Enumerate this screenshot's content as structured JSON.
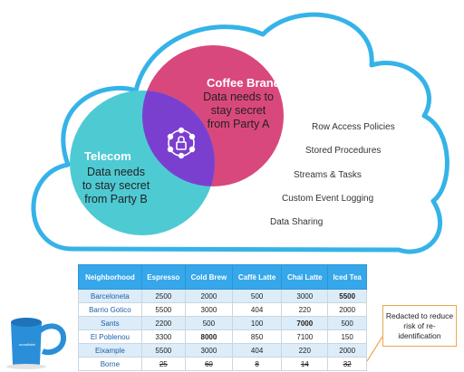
{
  "venn": {
    "left": {
      "title": "Telecom",
      "text": "Data needs to stay secret from Party B"
    },
    "right": {
      "title": "Coffee Brand",
      "text": "Data needs to stay secret from Party A"
    },
    "center_icon": "lock-network-icon"
  },
  "features": [
    "Row Access Policies",
    "Stored Procedures",
    "Streams & Tasks",
    "Custom Event Logging",
    "Data Sharing"
  ],
  "table": {
    "headers": [
      "Neighborhood",
      "Espresso",
      "Cold Brew",
      "Caffè Latte",
      "Chai Latte",
      "Iced Tea"
    ],
    "rows": [
      [
        "Barceloneta",
        "2500",
        "2000",
        "500",
        "3000",
        "5500"
      ],
      [
        "Barrio Gotico",
        "5500",
        "3000",
        "404",
        "220",
        "2000"
      ],
      [
        "Sants",
        "2200",
        "500",
        "100",
        "7000",
        "500"
      ],
      [
        "El Poblenou",
        "3300",
        "8000",
        "850",
        "7100",
        "150"
      ],
      [
        "Eixample",
        "5500",
        "3000",
        "404",
        "220",
        "2000"
      ],
      [
        "Borne",
        "25",
        "60",
        "8",
        "14",
        "32"
      ]
    ]
  },
  "callout": "Redacted to reduce risk of re-identification",
  "mug_label": "snowflake",
  "colors": {
    "cloud_outline": "#35b3e8",
    "telecom": "#4ecad3",
    "coffee": "#d9487c",
    "overlap": "#7b3fcf",
    "header": "#35a7ea",
    "callout_border": "#f0a64a"
  }
}
